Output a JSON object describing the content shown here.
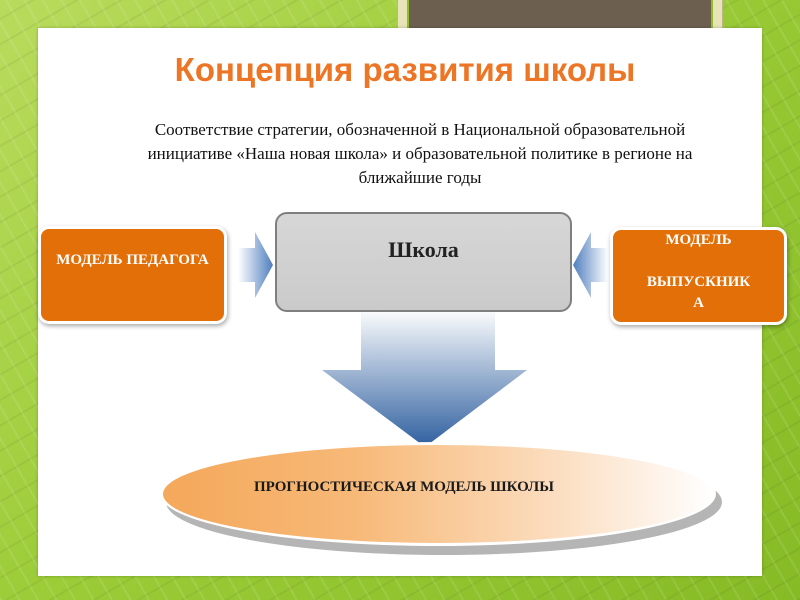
{
  "title": "Концепция развития школы",
  "subtitle": {
    "line1": "Соответствие стратегии, обозначенной в Национальной образовательной",
    "line2": "инициативе «Наша новая школа» и образовательной политике в регионе   на",
    "line3": "ближайшие годы"
  },
  "nodes": {
    "pedagog": "МОДЕЛЬ ПЕДАГОГА",
    "school": "Школа",
    "graduate": {
      "line1": "МОДЕЛЬ",
      "line2": "ВЫПУСКНИК",
      "line3": "А"
    },
    "prognostic": "ПРОГНОСТИЧЕСКАЯ МОДЕЛЬ ШКОЛЫ"
  },
  "colors": {
    "title": "#ec7526",
    "orange_box": "#e26f07",
    "school_box": "#d0d0d0",
    "arrow_blue": "#4f7fbf",
    "background_green": "#9ccc38"
  }
}
